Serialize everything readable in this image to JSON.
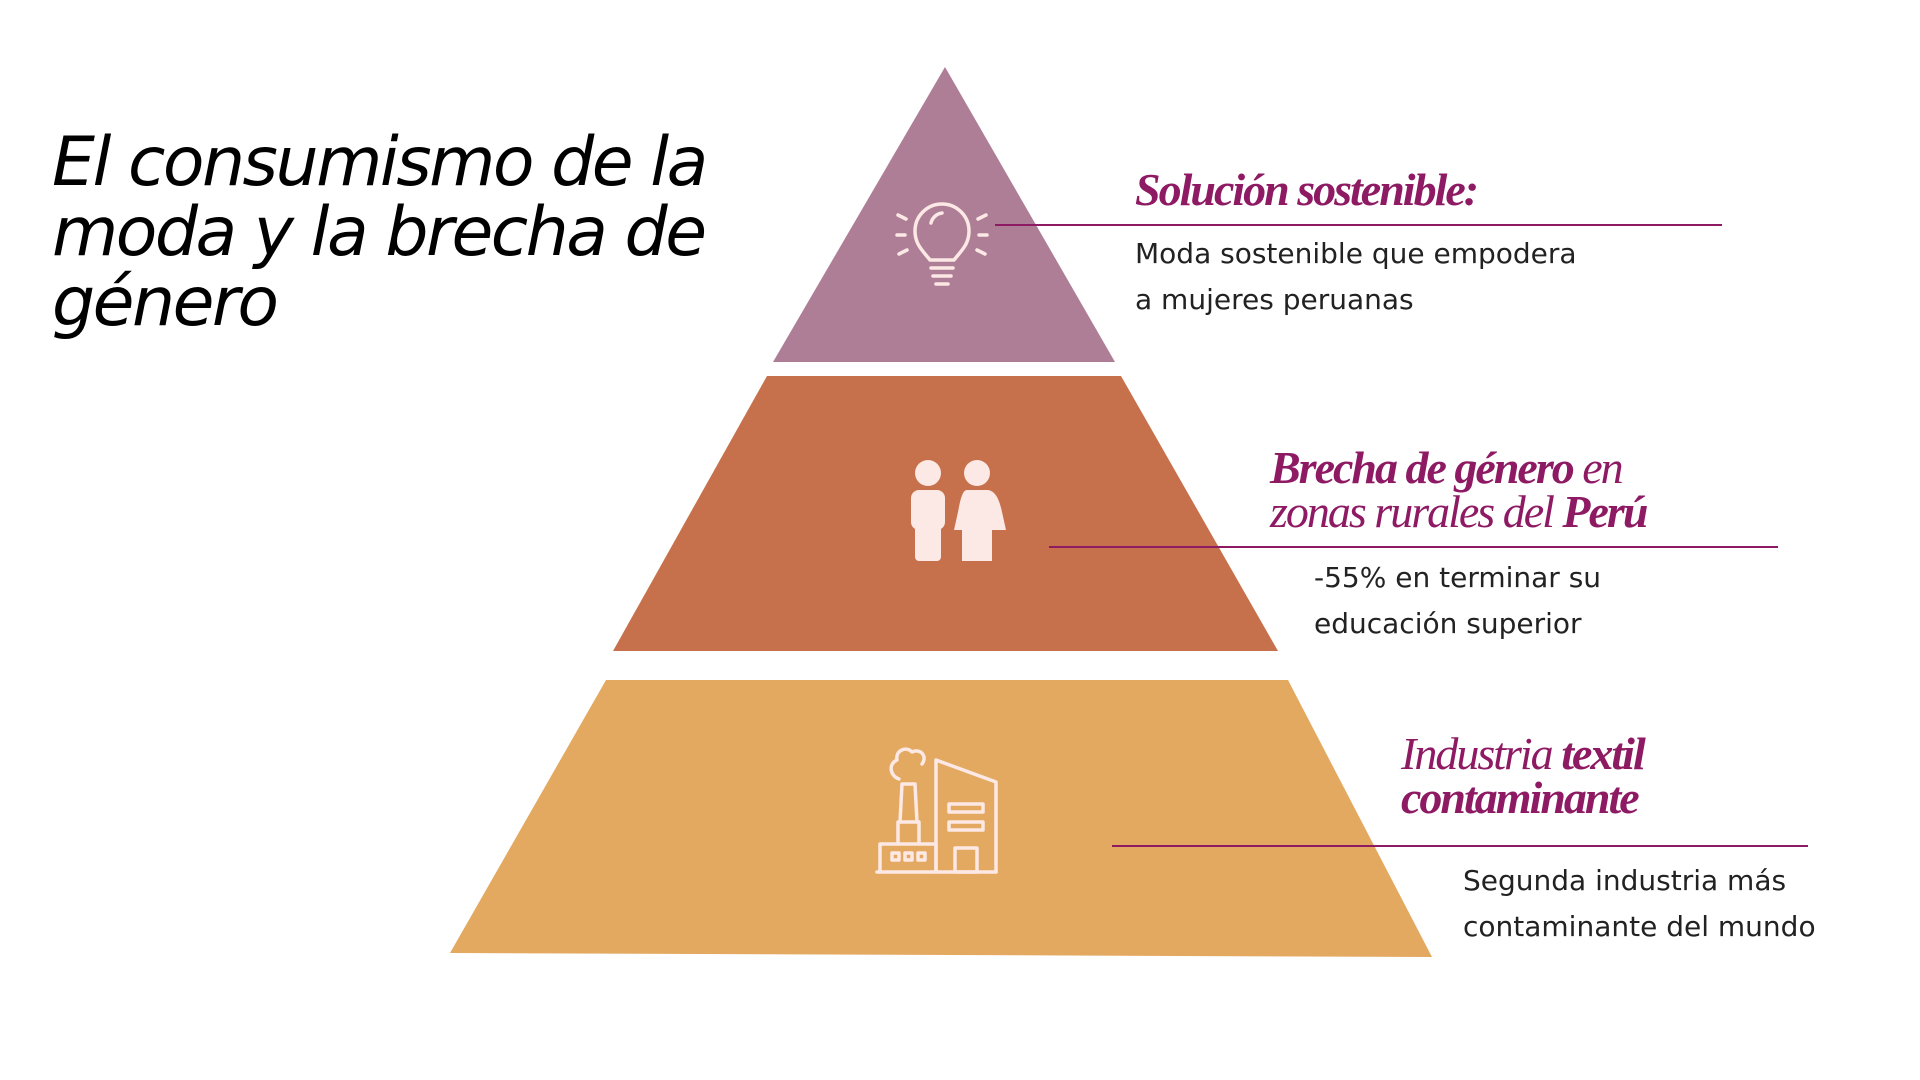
{
  "title": {
    "line1": "El consumismo de la",
    "line2": "moda y la brecha de",
    "line3": "género"
  },
  "colors": {
    "tier_top": "#ae7e97",
    "tier_middle": "#c6714b",
    "tier_bottom": "#e3a961",
    "accent": "#8e1a64",
    "icon_stroke": "#fce8e4"
  },
  "tiers": [
    {
      "icon": "lightbulb-icon",
      "heading_bold": "Solución sostenible:",
      "desc_line1": "Moda sostenible que empodera",
      "desc_line2": "a mujeres peruanas"
    },
    {
      "icon": "people-icon",
      "heading_part1_bold": "Brecha de género",
      "heading_part2": " en",
      "heading_part3": "zonas rurales del ",
      "heading_part4_bold": "Perú",
      "desc_line1": "-55% en terminar su",
      "desc_line2": "educación superior"
    },
    {
      "icon": "factory-icon",
      "heading_part1": "Industria ",
      "heading_part2_bold": "textil",
      "heading_part3_bold": "contaminante",
      "desc_line1": "Segunda industria más",
      "desc_line2": "contaminante del mundo"
    }
  ]
}
